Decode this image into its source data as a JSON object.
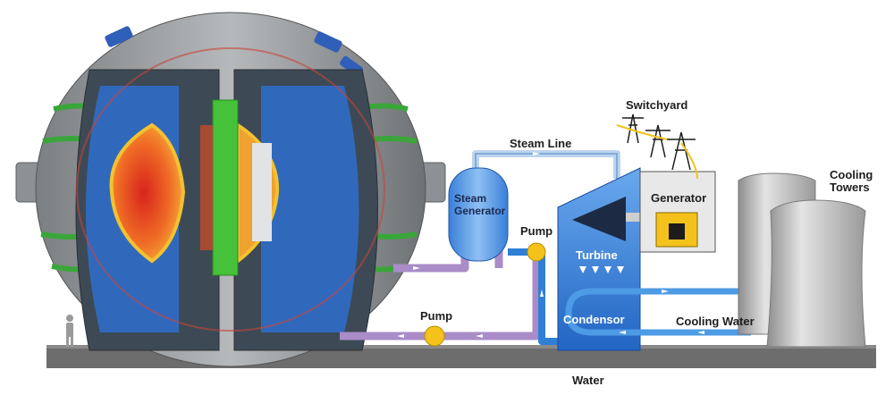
{
  "labels": {
    "steam_line": "Steam Line",
    "switchyard": "Switchyard",
    "steam_generator_l1": "Steam",
    "steam_generator_l2": "Generator",
    "pump_upper": "Pump",
    "pump_lower": "Pump",
    "turbine": "Turbine",
    "generator": "Generator",
    "cooling_towers_l1": "Cooling",
    "cooling_towers_l2": "Towers",
    "condensor": "Condensor",
    "cooling_water": "Cooling Water",
    "water": "Water"
  },
  "colors": {
    "plasma_core": "#d8241c",
    "plasma_edge": "#f39a2a",
    "coolant_loop": "#a98cc8",
    "water_blue": "#2f7fd6",
    "pump_yellow": "#f4c21b",
    "magnet_green": "#3aa63a",
    "ground": "#6d6d6d"
  }
}
